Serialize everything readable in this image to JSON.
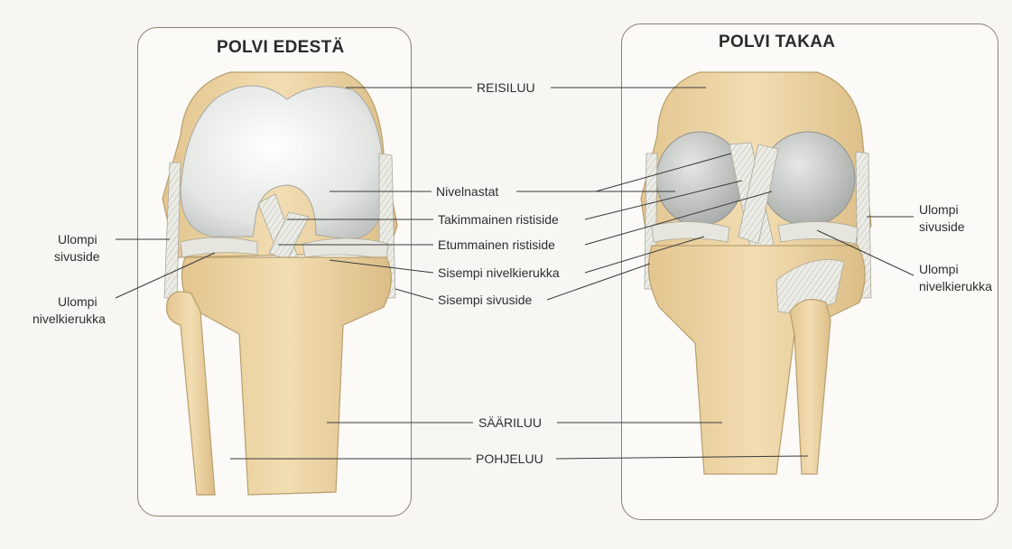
{
  "front_title": "POLVI EDESTÄ",
  "back_title": "POLVI TAKAA",
  "labels": {
    "reisiluu": "REISILUU",
    "nivelnastat": "Nivelnastat",
    "takimmainen": "Takimmainen ristiside",
    "etummainen": "Etummainen ristiside",
    "sisempi_nivelkierukka": "Sisempi nivelkierukka",
    "sisempi_sivuside": "Sisempi sivuside",
    "saariluu": "SÄÄRILUU",
    "pohjeluu": "POHJELUU",
    "left_ulompi_sivuside_1": "Ulompi",
    "left_ulompi_sivuside_2": "sivuside",
    "left_ulompi_nivelkierukka_1": "Ulompi",
    "left_ulompi_nivelkierukka_2": "nivelkierukka",
    "right_ulompi_sivuside_1": "Ulompi",
    "right_ulompi_sivuside_2": "sivuside",
    "right_ulompi_nivelkierukka_1": "Ulompi",
    "right_ulompi_nivelkierukka_2": "nivelkierukka"
  },
  "colors": {
    "bone": "#ecd6a8",
    "bone_dark": "#d9bd85",
    "cartilage": "#e9ebe9",
    "ligament": "#e4e4dc",
    "outline": "#8a7a5a",
    "leader": "#3a3a3a"
  }
}
